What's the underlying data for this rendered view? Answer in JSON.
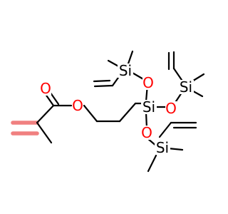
{
  "molecule": {
    "atoms": {
      "ester_carbonyl_o": "O",
      "ester_o": "O",
      "si_center": "Si",
      "si_top": "Si",
      "si_right": "Si",
      "si_bottom": "Si",
      "o_top": "O",
      "o_right": "O",
      "o_bottom": "O"
    },
    "colors": {
      "bond": "#000000",
      "highlight": "#f08080",
      "oxygen": "#ff0000",
      "silicon": "#000000"
    }
  }
}
